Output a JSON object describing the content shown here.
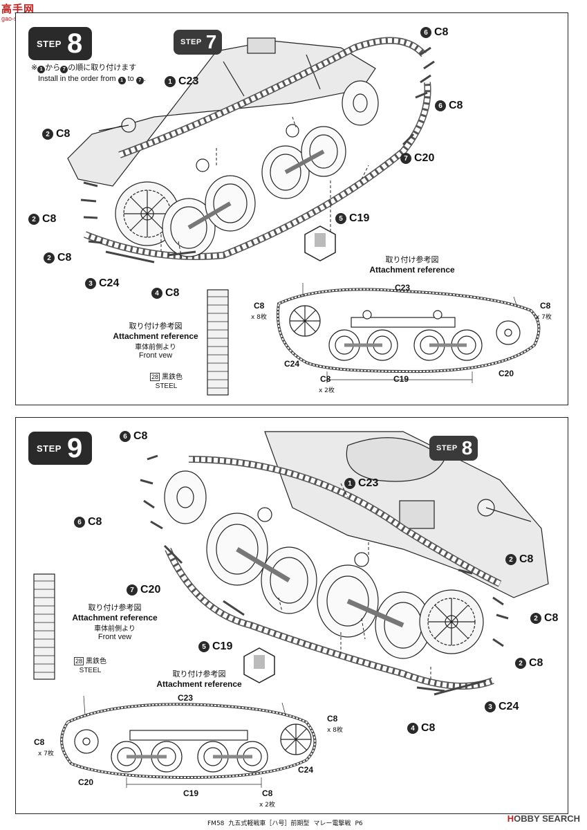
{
  "watermark_top": {
    "text": "高手网",
    "url": "gao-shou.com"
  },
  "step8": {
    "step_word": "STEP",
    "step_number": "8",
    "sub_step_word": "STEP",
    "sub_step_number": "7",
    "note_jp_before": "※",
    "note_num_a": "1",
    "note_jp_mid": "から",
    "note_num_b": "7",
    "note_jp_after": "の順に取り付けます",
    "note_en_before": "Install in the order from",
    "note_en_num_a": "1",
    "note_en_mid": "to",
    "note_en_num_b": "7",
    "note_en_after": ".",
    "labels": [
      {
        "num": "1",
        "part": "C23"
      },
      {
        "num": "2",
        "part": "C8"
      },
      {
        "num": "2",
        "part": "C8"
      },
      {
        "num": "2",
        "part": "C8"
      },
      {
        "num": "3",
        "part": "C24"
      },
      {
        "num": "4",
        "part": "C8"
      },
      {
        "num": "5",
        "part": "C19"
      },
      {
        "num": "6",
        "part": "C8"
      },
      {
        "num": "6",
        "part": "C8"
      },
      {
        "num": "7",
        "part": "C20"
      }
    ],
    "front_ref": {
      "jp": "取り付け参考図",
      "en": "Attachment reference",
      "sub_jp": "車体前側より",
      "sub_en": "Front vew"
    },
    "color": {
      "code": "28",
      "jp": "黒鉄色",
      "en": "STEEL"
    },
    "attach_ref": {
      "jp": "取り付け参考図",
      "en": "Attachment reference"
    },
    "schematic": {
      "c23": "C23",
      "c8_left": "C8",
      "c8_left_qty": "x 8枚",
      "c8_right": "C8",
      "c8_right_qty": "x 7枚",
      "c24": "C24",
      "c8_bottom": "C8",
      "c8_bottom_qty": "x 2枚",
      "c19": "C19",
      "c20": "C20"
    }
  },
  "step9": {
    "step_word": "STEP",
    "step_number": "9",
    "sub_step_word": "STEP",
    "sub_step_number": "8",
    "labels": [
      {
        "num": "6",
        "part": "C8"
      },
      {
        "num": "6",
        "part": "C8"
      },
      {
        "num": "1",
        "part": "C23"
      },
      {
        "num": "7",
        "part": "C20"
      },
      {
        "num": "5",
        "part": "C19"
      },
      {
        "num": "2",
        "part": "C8"
      },
      {
        "num": "2",
        "part": "C8"
      },
      {
        "num": "2",
        "part": "C8"
      },
      {
        "num": "3",
        "part": "C24"
      },
      {
        "num": "4",
        "part": "C8"
      }
    ],
    "front_ref": {
      "jp": "取り付け参考図",
      "en": "Attachment reference",
      "sub_jp": "車体前側より",
      "sub_en": "Front vew"
    },
    "color": {
      "code": "28",
      "jp": "黒鉄色",
      "en": "STEEL"
    },
    "attach_ref": {
      "jp": "取り付け参考図",
      "en": "Attachment reference"
    },
    "schematic": {
      "c23": "C23",
      "c8_left": "C8",
      "c8_left_qty": "x 7枚",
      "c8_right": "C8",
      "c8_right_qty": "x 8枚",
      "c24": "C24",
      "c8_bottom": "C8",
      "c8_bottom_qty": "x 2枚",
      "c19": "C19",
      "c20": "C20"
    }
  },
  "footer": {
    "model": "FM58",
    "title": "九五式軽戦車［ハ号］前期型",
    "subtitle": "マレー電撃戦",
    "page": "P6"
  },
  "watermark_bottom": {
    "prefix": "H",
    "text": "OBBY SEARCH"
  }
}
